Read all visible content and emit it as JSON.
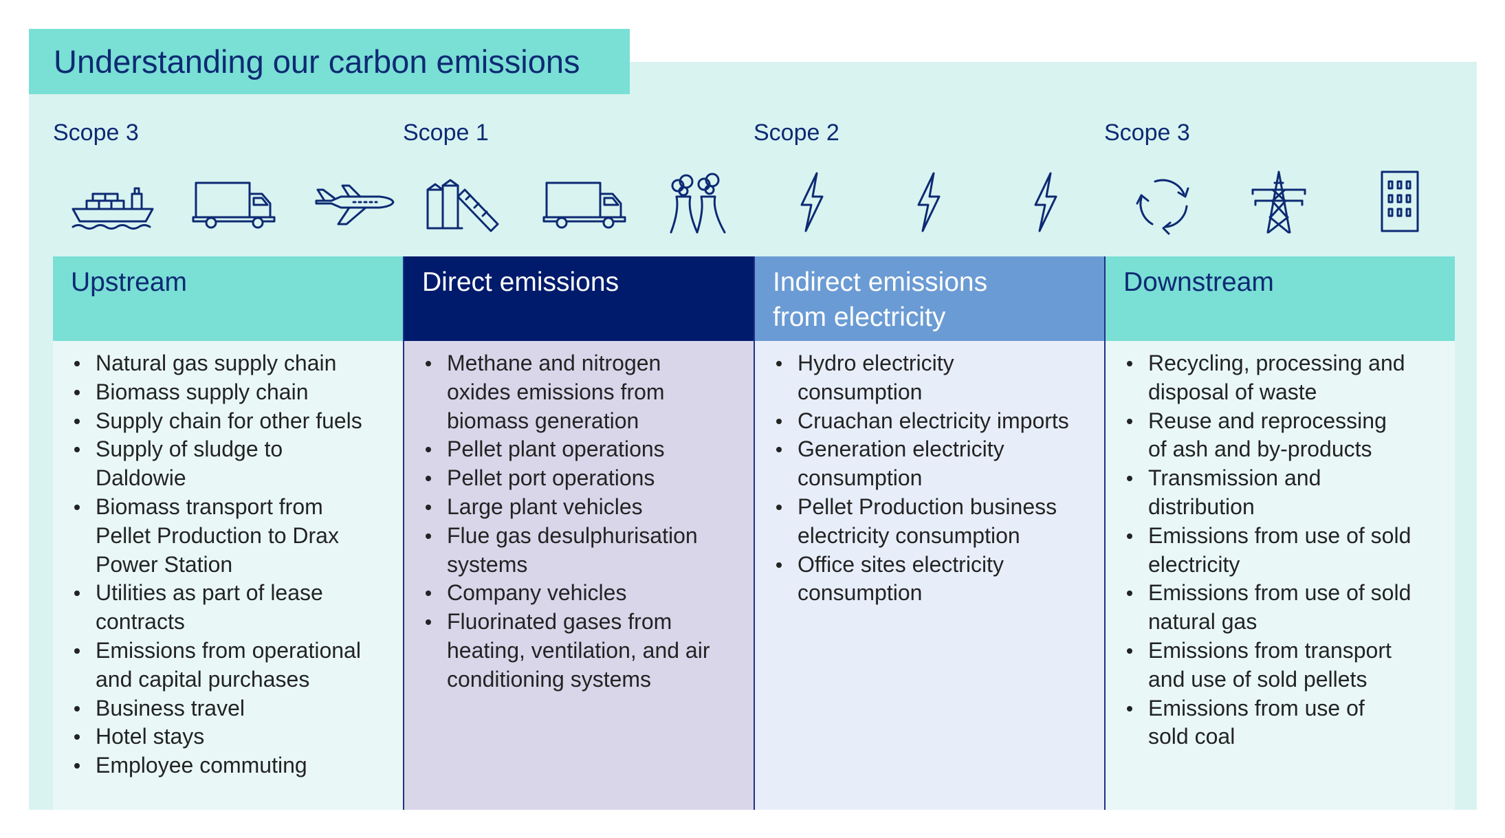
{
  "title": "Understanding our carbon emissions",
  "colors": {
    "panel_bg": "#d9f3f1",
    "title_bg": "#7adfd5",
    "navy": "#0d2a73",
    "text": "#232323"
  },
  "scopes": [
    {
      "label": "Scope 3"
    },
    {
      "label": "Scope 1"
    },
    {
      "label": "Scope 2"
    },
    {
      "label": "Scope 3"
    }
  ],
  "icons": [
    "ship-icon",
    "truck-icon",
    "airplane-icon",
    "silo-conveyor-icon",
    "truck-icon",
    "cooling-towers-icon",
    "lightning-icon",
    "lightning-icon",
    "lightning-icon",
    "recycle-icon",
    "pylon-icon",
    "office-building-icon"
  ],
  "columns": [
    {
      "heading_lines": [
        "Upstream"
      ],
      "header_color": "#7adfd5",
      "body_color": "#e9f8f7",
      "items": [
        [
          "Natural gas supply chain"
        ],
        [
          "Biomass supply chain"
        ],
        [
          "Supply chain for other fuels"
        ],
        [
          "Supply of sludge to",
          "Daldowie"
        ],
        [
          "Biomass transport from",
          "Pellet Production to Drax",
          "Power Station"
        ],
        [
          "Utilities as part of lease",
          "contracts"
        ],
        [
          "Emissions from operational",
          "and capital purchases"
        ],
        [
          "Business travel"
        ],
        [
          "Hotel stays"
        ],
        [
          "Employee commuting"
        ]
      ]
    },
    {
      "heading_lines": [
        "Direct emissions"
      ],
      "header_color": "#001b6c",
      "body_color": "#d9d6ea",
      "items": [
        [
          "Methane and nitrogen",
          "oxides emissions from",
          "biomass generation"
        ],
        [
          "Pellet plant operations"
        ],
        [
          "Pellet port operations"
        ],
        [
          "Large plant vehicles"
        ],
        [
          "Flue gas desulphurisation",
          "systems"
        ],
        [
          "Company vehicles"
        ],
        [
          "Fluorinated gases from",
          "heating, ventilation, and air",
          "conditioning systems"
        ]
      ]
    },
    {
      "heading_lines": [
        "Indirect emissions",
        "from electricity"
      ],
      "header_color": "#6a9bd4",
      "body_color": "#e8eef9",
      "items": [
        [
          "Hydro electricity",
          "consumption"
        ],
        [
          "Cruachan electricity imports"
        ],
        [
          "Generation electricity",
          "consumption"
        ],
        [
          "Pellet Production business",
          "electricity consumption"
        ],
        [
          "Office sites electricity",
          "consumption"
        ]
      ]
    },
    {
      "heading_lines": [
        "Downstream"
      ],
      "header_color": "#7adfd5",
      "body_color": "#e9f8f7",
      "items": [
        [
          "Recycling, processing and",
          "disposal of waste"
        ],
        [
          "Reuse and reprocessing",
          "of ash and by-products"
        ],
        [
          "Transmission and",
          "distribution"
        ],
        [
          "Emissions from use of sold",
          "electricity"
        ],
        [
          "Emissions from use of sold",
          "natural gas"
        ],
        [
          "Emissions from transport",
          "and use of sold pellets"
        ],
        [
          "Emissions from use of",
          "sold coal"
        ]
      ]
    }
  ]
}
